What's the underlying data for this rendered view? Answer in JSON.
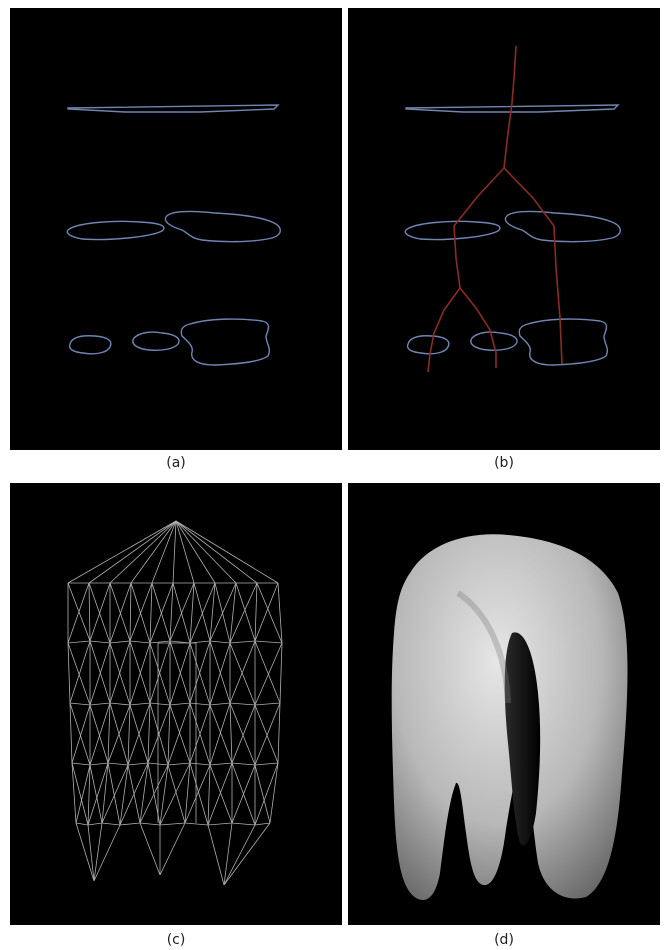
{
  "panels": {
    "a": {
      "caption": "(a)"
    },
    "b": {
      "caption": "(b)"
    },
    "c": {
      "caption": "(c)"
    },
    "d": {
      "caption": "(d)"
    }
  },
  "colors": {
    "background": "#000000",
    "contour": "#6f86b3",
    "skeleton": "#8c2b24",
    "wire": "#cfcfcf"
  }
}
